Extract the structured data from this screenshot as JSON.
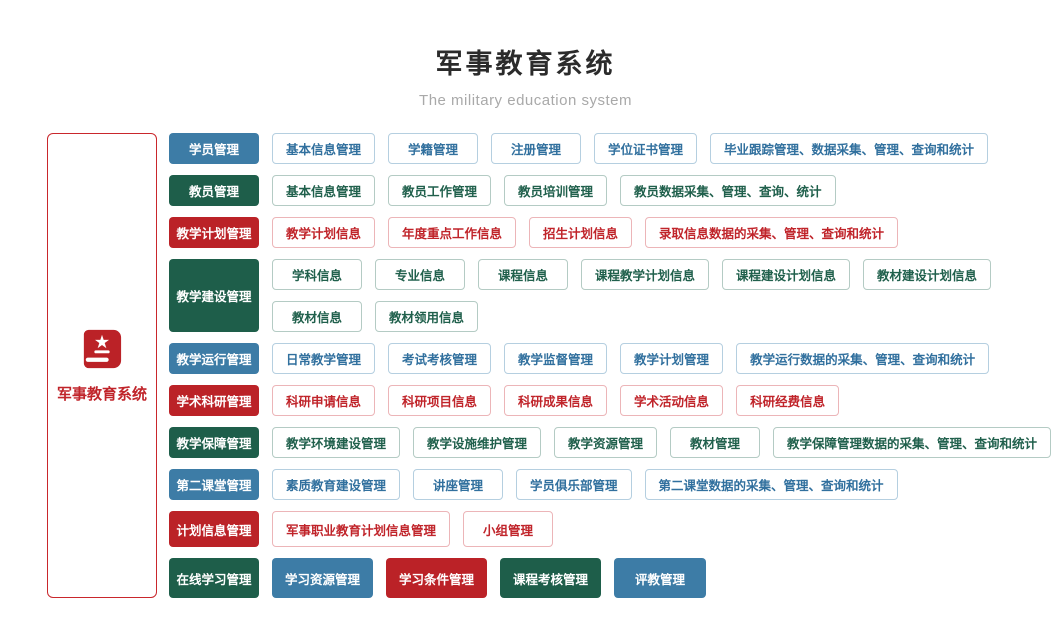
{
  "header": {
    "title": "军事教育系统",
    "subtitle": "The military education system"
  },
  "root": {
    "label": "军事教育系统",
    "icon": "book-star-icon"
  },
  "colors": {
    "blue": "#3d7ca6",
    "green": "#1e5e4a",
    "red": "#bb2227",
    "root_border": "#c9272c"
  },
  "rows": [
    {
      "category": {
        "label": "学员管理",
        "color": "blue"
      },
      "items": [
        {
          "label": "基本信息管理",
          "color": "blue",
          "variant": "outline"
        },
        {
          "label": "学籍管理",
          "color": "blue",
          "variant": "outline"
        },
        {
          "label": "注册管理",
          "color": "blue",
          "variant": "outline"
        },
        {
          "label": "学位证书管理",
          "color": "blue",
          "variant": "outline"
        },
        {
          "label": "毕业跟踪管理、数据采集、管理、查询和统计",
          "color": "blue",
          "variant": "outline"
        }
      ]
    },
    {
      "category": {
        "label": "教员管理",
        "color": "green"
      },
      "items": [
        {
          "label": "基本信息管理",
          "color": "green",
          "variant": "outline"
        },
        {
          "label": "教员工作管理",
          "color": "green",
          "variant": "outline"
        },
        {
          "label": "教员培训管理",
          "color": "green",
          "variant": "outline"
        },
        {
          "label": "教员数据采集、管理、查询、统计",
          "color": "green",
          "variant": "outline"
        }
      ]
    },
    {
      "category": {
        "label": "教学计划管理",
        "color": "red"
      },
      "items": [
        {
          "label": "教学计划信息",
          "color": "red",
          "variant": "outline"
        },
        {
          "label": "年度重点工作信息",
          "color": "red",
          "variant": "outline"
        },
        {
          "label": "招生计划信息",
          "color": "red",
          "variant": "outline"
        },
        {
          "label": "录取信息数据的采集、管理、查询和统计",
          "color": "red",
          "variant": "outline"
        }
      ]
    },
    {
      "category": {
        "label": "教学建设管理",
        "color": "green"
      },
      "lines": [
        [
          {
            "label": "学科信息",
            "color": "green",
            "variant": "outline"
          },
          {
            "label": "专业信息",
            "color": "green",
            "variant": "outline"
          },
          {
            "label": "课程信息",
            "color": "green",
            "variant": "outline"
          },
          {
            "label": "课程教学计划信息",
            "color": "green",
            "variant": "outline"
          },
          {
            "label": "课程建设计划信息",
            "color": "green",
            "variant": "outline"
          },
          {
            "label": "教材建设计划信息",
            "color": "green",
            "variant": "outline"
          }
        ],
        [
          {
            "label": "教材信息",
            "color": "green",
            "variant": "outline"
          },
          {
            "label": "教材领用信息",
            "color": "green",
            "variant": "outline"
          }
        ]
      ]
    },
    {
      "category": {
        "label": "教学运行管理",
        "color": "blue"
      },
      "items": [
        {
          "label": "日常教学管理",
          "color": "blue",
          "variant": "outline"
        },
        {
          "label": "考试考核管理",
          "color": "blue",
          "variant": "outline"
        },
        {
          "label": "教学监督管理",
          "color": "blue",
          "variant": "outline"
        },
        {
          "label": "教学计划管理",
          "color": "blue",
          "variant": "outline"
        },
        {
          "label": "教学运行数据的采集、管理、查询和统计",
          "color": "blue",
          "variant": "outline"
        }
      ]
    },
    {
      "category": {
        "label": "学术科研管理",
        "color": "red"
      },
      "items": [
        {
          "label": "科研申请信息",
          "color": "red",
          "variant": "outline"
        },
        {
          "label": "科研项目信息",
          "color": "red",
          "variant": "outline"
        },
        {
          "label": "科研成果信息",
          "color": "red",
          "variant": "outline"
        },
        {
          "label": "学术活动信息",
          "color": "red",
          "variant": "outline"
        },
        {
          "label": "科研经费信息",
          "color": "red",
          "variant": "outline"
        }
      ]
    },
    {
      "category": {
        "label": "教学保障管理",
        "color": "green"
      },
      "items": [
        {
          "label": "教学环境建设管理",
          "color": "green",
          "variant": "outline"
        },
        {
          "label": "教学设施维护管理",
          "color": "green",
          "variant": "outline"
        },
        {
          "label": "教学资源管理",
          "color": "green",
          "variant": "outline"
        },
        {
          "label": "教材管理",
          "color": "green",
          "variant": "outline"
        },
        {
          "label": "教学保障管理数据的采集、管理、查询和统计",
          "color": "green",
          "variant": "outline"
        }
      ]
    },
    {
      "category": {
        "label": "第二课堂管理",
        "color": "blue"
      },
      "items": [
        {
          "label": "素质教育建设管理",
          "color": "blue",
          "variant": "outline"
        },
        {
          "label": "讲座管理",
          "color": "blue",
          "variant": "outline"
        },
        {
          "label": "学员俱乐部管理",
          "color": "blue",
          "variant": "outline"
        },
        {
          "label": "第二课堂数据的采集、管理、查询和统计",
          "color": "blue",
          "variant": "outline"
        }
      ]
    },
    {
      "category": {
        "label": "计划信息管理",
        "color": "red"
      },
      "items": [
        {
          "label": "军事职业教育计划信息管理",
          "color": "red",
          "variant": "outline"
        },
        {
          "label": "小组管理",
          "color": "red",
          "variant": "outline"
        }
      ]
    },
    {
      "category": {
        "label": "在线学习管理",
        "color": "green"
      },
      "items": [
        {
          "label": "学习资源管理",
          "color": "blue",
          "variant": "solid"
        },
        {
          "label": "学习条件管理",
          "color": "red",
          "variant": "solid"
        },
        {
          "label": "课程考核管理",
          "color": "green",
          "variant": "solid"
        },
        {
          "label": "评教管理",
          "color": "blue",
          "variant": "solid"
        }
      ]
    }
  ]
}
